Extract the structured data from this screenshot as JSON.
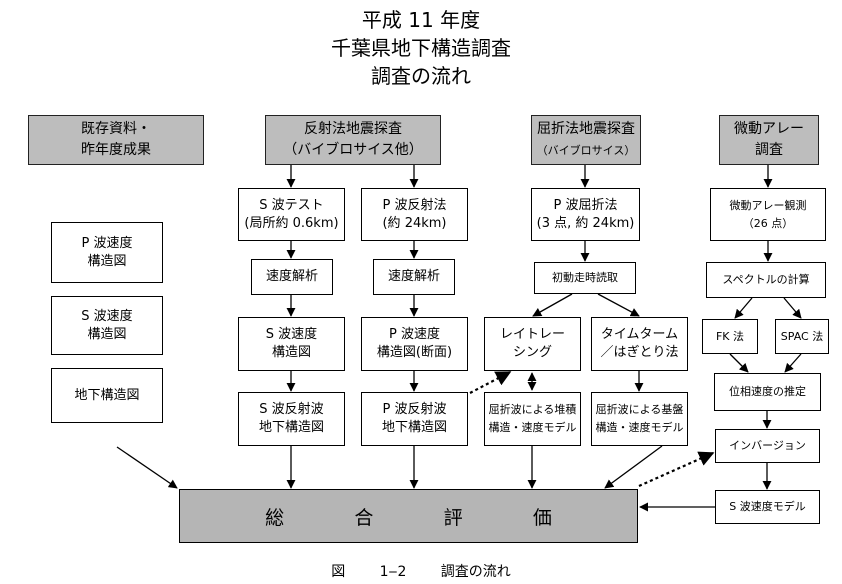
{
  "title": {
    "line1": "平成 11 年度",
    "line2": "千葉県地下構造調査",
    "line3": "調査の流れ"
  },
  "sources": {
    "existing": [
      "既存資料・",
      "昨年度成果"
    ],
    "reflection": [
      "反射法地震探査",
      "（バイブロサイス他）"
    ],
    "refraction": [
      "屈折法地震探査",
      "（バイブロサイス）"
    ],
    "microtremor": [
      "微動アレー",
      "調査"
    ]
  },
  "existing_maps": {
    "p_velocity": [
      "P 波速度",
      "構造図"
    ],
    "s_velocity": [
      "S 波速度",
      "構造図"
    ],
    "underground": [
      "地下構造図"
    ]
  },
  "reflection_s": {
    "test": [
      "S 波テスト",
      "(局所約 0.6km)"
    ],
    "analysis": [
      "速度解析"
    ],
    "velocity_map": [
      "S 波速度",
      "構造図"
    ],
    "reflection_map": [
      "S 波反射波",
      "地下構造図"
    ]
  },
  "reflection_p": {
    "survey": [
      "P 波反射法",
      "(約 24km)"
    ],
    "analysis": [
      "速度解析"
    ],
    "velocity_map": [
      "P 波速度",
      "構造図(断面)"
    ],
    "reflection_map": [
      "P 波反射波",
      "地下構造図"
    ]
  },
  "refraction": {
    "survey": [
      "P 波屈折法",
      "(3 点, 約 24km)"
    ],
    "first_arrival": [
      "初動走時読取"
    ],
    "ray_tracing": [
      "レイトレー",
      "シング"
    ],
    "time_term": [
      "タイムターム",
      "／はぎとり法"
    ],
    "sediment_model": [
      "屈折波による堆積",
      "構造・速度モデル"
    ],
    "basement_model": [
      "屈折波による基盤",
      "構造・速度モデル"
    ]
  },
  "microtremor": {
    "observation": [
      "微動アレー観測",
      "（26 点）"
    ],
    "spectrum": [
      "スペクトルの計算"
    ],
    "fk": [
      "FK 法"
    ],
    "spac": [
      "SPAC 法"
    ],
    "phase_velocity": [
      "位相速度の推定"
    ],
    "inversion": [
      "インバージョン"
    ],
    "s_velocity_model": [
      "S 波速度モデル"
    ]
  },
  "summary": [
    "総",
    "合",
    "評",
    "価"
  ],
  "caption": "図 1‒2 調査の流れ"
}
